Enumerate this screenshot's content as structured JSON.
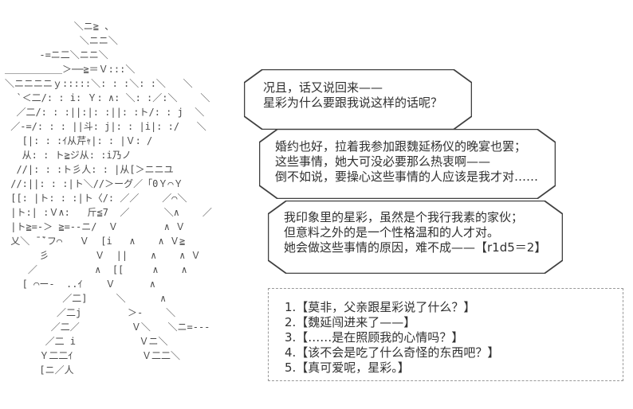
{
  "colors": {
    "background": "#ffffff",
    "bubble_line": "#404040",
    "text": "#303030",
    "art": "#4b4b4b",
    "menu_border": "#999999"
  },
  "art": {
    "lines": [
      "            ＼ニ≧ 、",
      "             ＼ニニ＼",
      "      -=ニ二＼ニニ＼",
      "＿＿＿＿＿＿＞──≧＝Ｖ:::＼",
      "＼ニニニニｙ:::::＼: : :＼: :＼   ＼",
      "  `＜二/: : i: Ｙ: ∧: ＼: :／:＼    ＼",
      "  ／二/: : :||:|: :||: :ト/: : j  ＼",
      " ／-=/: : : ||斗: j|: : |i|: :/   ＼",
      "   [|: : :ｲ从芹ｬ|: : |Ｖ: /",
      "   从: : ト≧ジ从: :i乃ノ",
      "  //|: : :ト彡人: : |从[＞ニニユ",
      " //:||: : :|ト＼//＞ーグ／「0Ｙ⌒Ｙ",
      " [[: |ト: : :|ト〈/: ／／    ／⌒＼",
      " |ト:| :Ｖ∧:   斤≦7  ／      ＼∧    ／",
      " |ト≧=-＞ ≧=--ニ/  Ｖ        ∧ Ｖ",
      " 乂＼ ̄ ̄`フ⌒   Ｖ  [i   ∧    ∧ Ｖ≧",
      "      彡        Ｖ  ||    ∧    ∧ Ｖ",
      "    ／          ∧  [[     ∧    ∧",
      "   [ ⌒ー-  ..ｲ    Ｖ      ∧",
      "          ／二]     ＼      ∧",
      "         ／二j        ＞-    ＼",
      "        ／二／         Ｖ＼   ＼ニ=---",
      "       ／二 i           Ｖニ＼",
      "      Ｙ二二ｲ            Ｖ二二＼",
      "      [ニ／人"
    ]
  },
  "bubbles": [
    {
      "lines": [
        "况且，话又说回来——",
        "星彩为什么要跟我说这样的话呢？"
      ]
    },
    {
      "lines": [
        "婚约也好，拉着我参加跟魏延杨仪的晚宴也罢；",
        "这些事情，她大可没必要那么热衷啊——",
        "倒不如说，要操心这些事情的人应该是我才对……"
      ]
    },
    {
      "lines": [
        "我印象里的星彩，虽然是个我行我素的家伙；",
        "但意料之外的是一个性格温和的人才对。",
        "她会做这些事情的原因，难不成——【r1d5＝2】"
      ]
    }
  ],
  "menu": {
    "items": [
      "1.【莫非，父亲跟星彩说了什么？】",
      "2.【魏延闯进来了——】",
      "3.【……是在照顾我的心情吗？】",
      "4.【该不会是吃了什么奇怪的东西吧？】",
      "5.【真可爱呢，星彩。】"
    ]
  }
}
